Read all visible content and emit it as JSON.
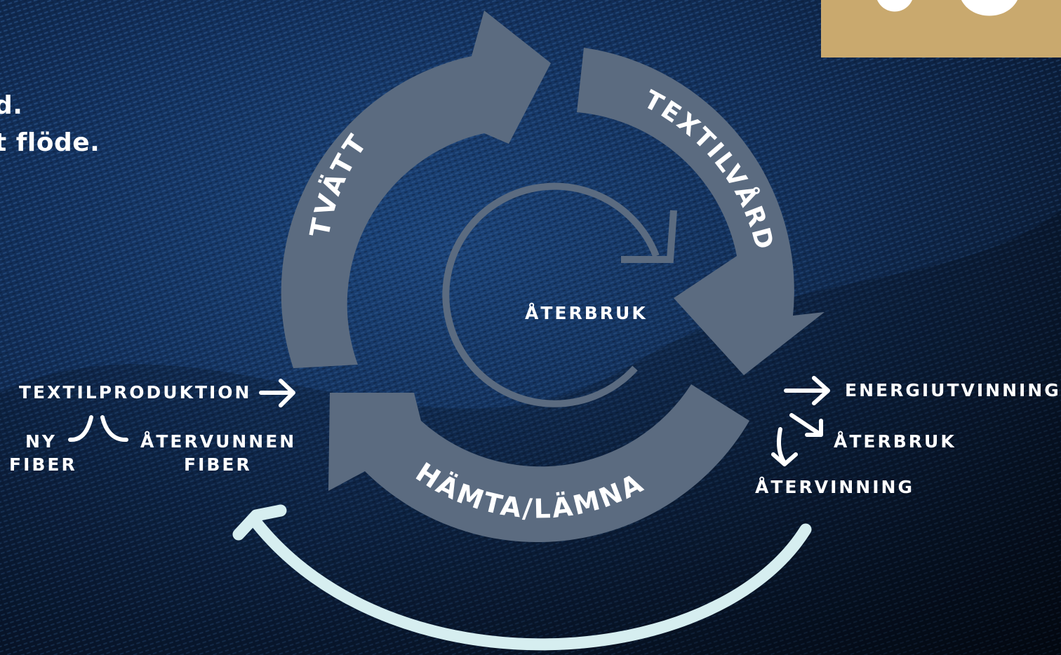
{
  "headline": {
    "line1": "d.",
    "line2": "t flöde."
  },
  "cycle": {
    "top_left": "TVÄTT",
    "right": "TEXTILVÅRD",
    "bottom": "HÄMTA/LÄMNA",
    "center": "ÅTERBRUK"
  },
  "input": {
    "production": "TEXTILPRODUKTION",
    "new_fiber_line1": "NY",
    "new_fiber_line2": "FIBER",
    "recycled_fiber_line1": "ÅTERVUNNEN",
    "recycled_fiber_line2": "FIBER"
  },
  "output": {
    "energy": "ENERGIUTVINNING",
    "reuse": "ÅTERBRUK",
    "recycling": "ÅTERVINNING"
  },
  "colors": {
    "background": "#0f2240",
    "arrow_gray": "#5b6b80",
    "return_arrow": "#d6eef0",
    "logo_gold": "#c9a96e"
  }
}
